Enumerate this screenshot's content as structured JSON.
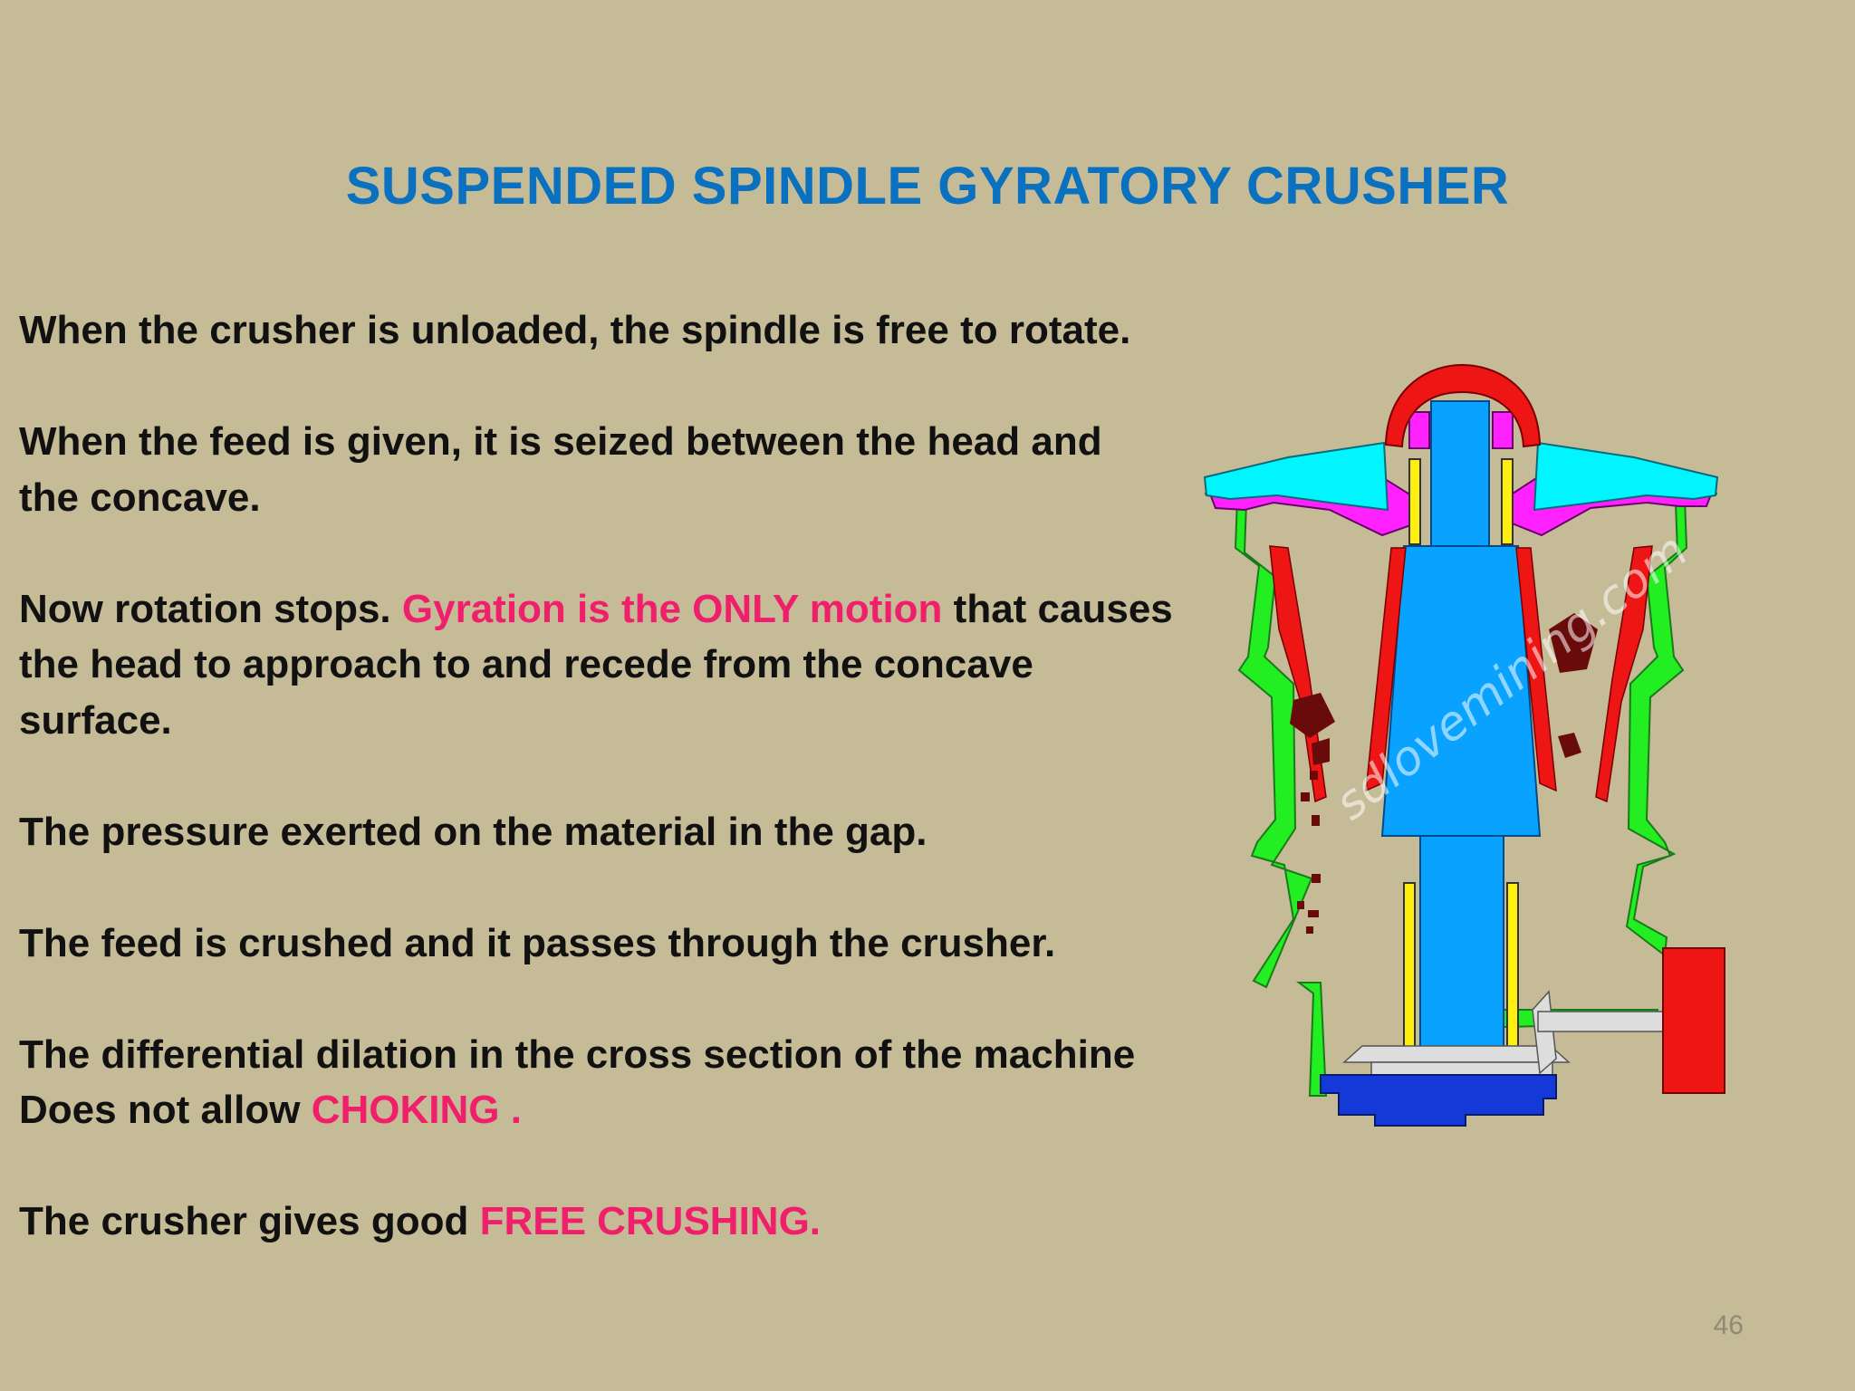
{
  "slide": {
    "title": "SUSPENDED SPINDLE GYRATORY CRUSHER",
    "page_number": "46",
    "paragraphs": [
      {
        "lines": [
          "When the crusher is unloaded, the spindle is free  to rotate."
        ]
      },
      {
        "lines": [
          "When the feed is given, it is seized between the head and",
          "the concave."
        ]
      },
      {
        "segments": [
          {
            "text": "Now rotation stops. "
          },
          {
            "text": "Gyration is the ONLY motion",
            "highlight": true
          },
          {
            "text": " that causes"
          }
        ],
        "lines_after": [
          "the head to approach to and recede from  the concave",
          "surface."
        ]
      },
      {
        "lines": [
          "The pressure exerted on the material  in the gap."
        ]
      },
      {
        "lines": [
          "The feed is crushed and it passes through the crusher."
        ]
      },
      {
        "lines": [
          "The differential dilation in the cross section of the machine"
        ],
        "segments": [
          {
            "text": "Does not allow "
          },
          {
            "text": "CHOKING .",
            "highlight": true
          }
        ]
      },
      {
        "segments": [
          {
            "text": "The crusher gives good "
          },
          {
            "text": "FREE CRUSHING.",
            "highlight": true
          }
        ]
      }
    ],
    "figure": {
      "watermark": "sdlovemining.com"
    },
    "colors": {
      "background": "#c5bb96",
      "title": "#0a70c0",
      "body_text": "#111111",
      "highlight": "#f01f6c",
      "page_number": "#8f8a78"
    }
  }
}
